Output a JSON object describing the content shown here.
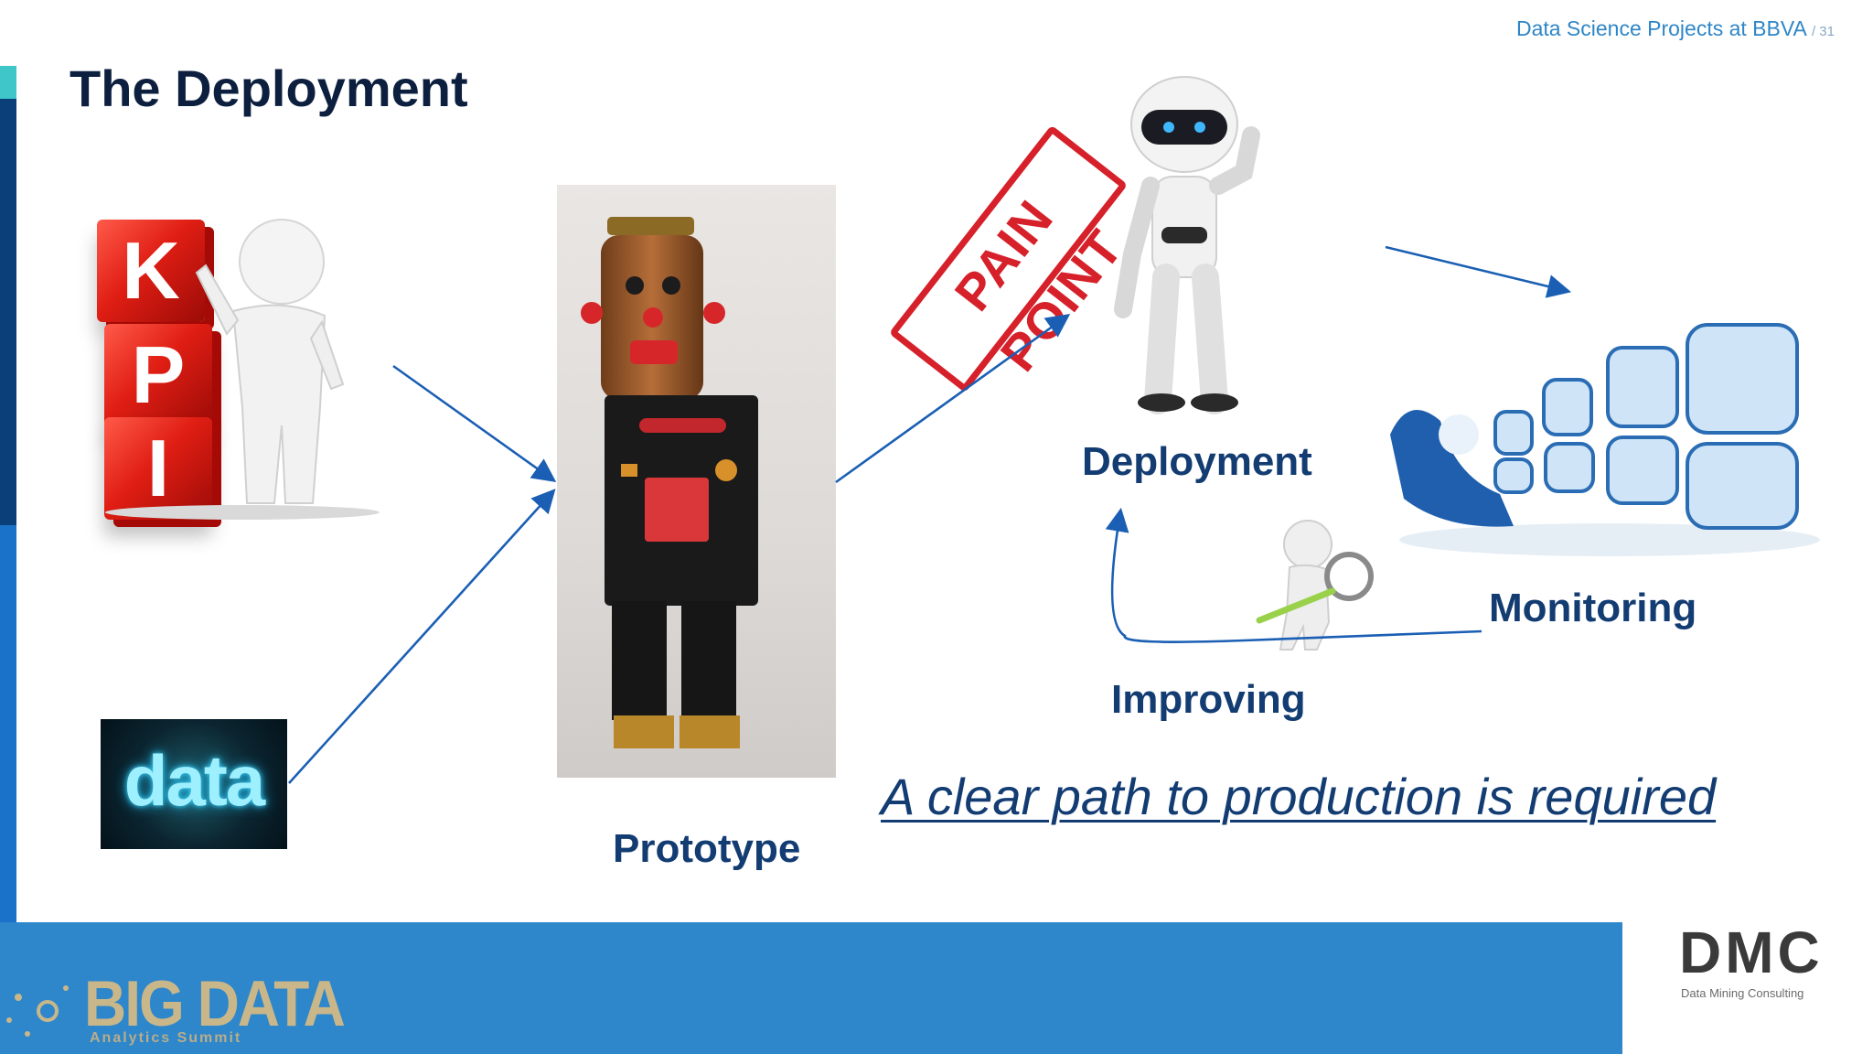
{
  "header": {
    "reference": "Data Science Projects at BBVA",
    "page": "/ 31"
  },
  "slide": {
    "title": "The Deployment"
  },
  "kpi": {
    "letters": [
      "K",
      "P",
      "I"
    ]
  },
  "data_image": {
    "word": "data"
  },
  "stamp": {
    "text": "PAIN POINT"
  },
  "labels": {
    "prototype": "Prototype",
    "deployment": "Deployment",
    "monitoring": "Monitoring",
    "improving": "Improving"
  },
  "tagline": "A clear path to production is required",
  "footer": {
    "left_logo": "BIG DATA",
    "left_logo_sub": "Analytics Summit",
    "right_logo": "DMC",
    "right_logo_sub": "Data Mining Consulting"
  },
  "colors": {
    "title": "#0d1f3f",
    "labels": "#123c72",
    "arrows": "#1a5fb4",
    "footer": "#2e86cb",
    "accent_teal": "#3ec6c9",
    "accent_navy": "#0a3f7a",
    "stamp_red": "#d6202a"
  }
}
